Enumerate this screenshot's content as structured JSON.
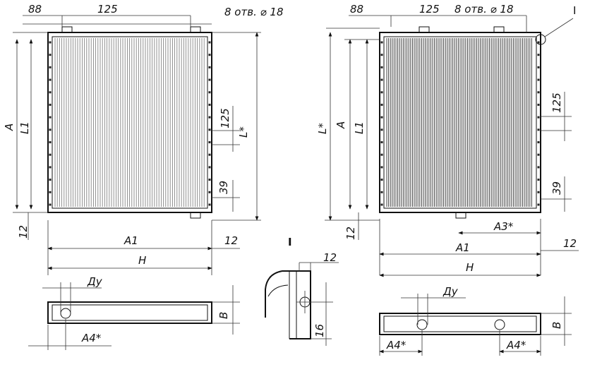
{
  "drawing": {
    "left_view": {
      "dims": {
        "d88": "88",
        "d125_top": "125",
        "holes": "8 отв. ⌀ 18",
        "A": "A",
        "L1": "L1",
        "d125_side": "125",
        "Lstar": "L*",
        "d39": "39",
        "d12_left": "12",
        "A1": "A1",
        "d12_right": "12",
        "H": "H"
      }
    },
    "right_view": {
      "dims": {
        "d88": "88",
        "d125_top": "125",
        "holes": "8 отв. ⌀ 18",
        "Lstar": "L*",
        "A": "A",
        "L1": "L1",
        "d125_side": "125",
        "d39": "39",
        "d12_left": "12",
        "A3": "A3*",
        "A1": "A1",
        "d12_right": "12",
        "H": "H",
        "callout": "I"
      }
    },
    "detail": {
      "title": "I",
      "d12": "12",
      "d16": "16"
    },
    "bottom_left": {
      "du": "Ду",
      "B": "B",
      "A4": "A4*"
    },
    "bottom_right": {
      "du": "Ду",
      "B": "B",
      "A4_left": "A4*",
      "A4_right": "A4*"
    }
  }
}
